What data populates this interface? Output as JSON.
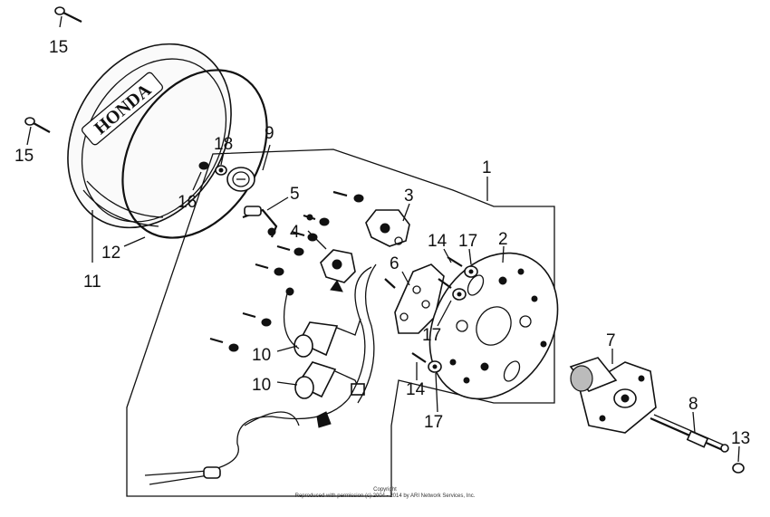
{
  "diagram": {
    "callouts": [
      "15",
      "15",
      "18",
      "9",
      "16",
      "12",
      "11",
      "1",
      "5",
      "3",
      "4",
      "2",
      "14",
      "17",
      "6",
      "17",
      "10",
      "10",
      "14",
      "17",
      "7",
      "8",
      "13"
    ],
    "emblem_text": "HONDA",
    "copyright": [
      "Copyright",
      "Reproduced with permission (c) 2004 - 2014 by ARI Network Services, Inc."
    ]
  }
}
